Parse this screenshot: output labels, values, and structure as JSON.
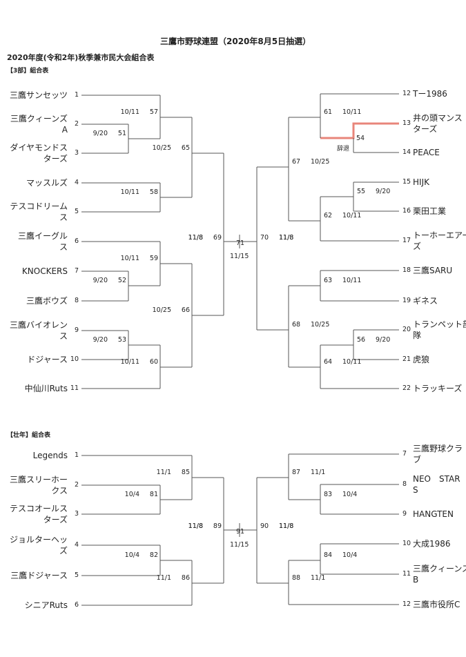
{
  "title": "三鷹市野球連盟（2020年8月5日抽選）",
  "subtitle": "2020年度(令和2年)秋季兼市民大会組合表",
  "section_3bu": "【3部】組合表",
  "section_sonen": "【壮年】組合表",
  "b3": {
    "left": [
      {
        "no": "1",
        "name": "三鷹サンセッツ"
      },
      {
        "no": "2",
        "name": "三鷹クィーンズ\nA"
      },
      {
        "no": "3",
        "name": "ダイヤモンドス\nターズ"
      },
      {
        "no": "4",
        "name": "マッスルズ"
      },
      {
        "no": "5",
        "name": "テスコドリーム\nス"
      },
      {
        "no": "6",
        "name": "三鷹イーグル\nス"
      },
      {
        "no": "7",
        "name": "KNOCKERS"
      },
      {
        "no": "8",
        "name": "三鷹ボウズ"
      },
      {
        "no": "9",
        "name": "三鷹バイオレン\nス"
      },
      {
        "no": "10",
        "name": "ドジャース"
      },
      {
        "no": "11",
        "name": "中仙川Ruts"
      }
    ],
    "right": [
      {
        "no": "12",
        "name": "Tー1986"
      },
      {
        "no": "13",
        "name": "井の頭マンス\nターズ"
      },
      {
        "no": "14",
        "name": "PEACE"
      },
      {
        "no": "15",
        "name": "HIJK"
      },
      {
        "no": "16",
        "name": "栗田工業"
      },
      {
        "no": "17",
        "name": "トーホーエアー\nズ"
      },
      {
        "no": "18",
        "name": "三鷹SARU"
      },
      {
        "no": "19",
        "name": "ギネス"
      },
      {
        "no": "20",
        "name": "トランペット部\n隊"
      },
      {
        "no": "21",
        "name": "虎狼"
      },
      {
        "no": "22",
        "name": "トラッキーズ"
      }
    ],
    "games": {
      "g51": {
        "no": "51",
        "date": "9/20"
      },
      "g52": {
        "no": "52",
        "date": "9/20"
      },
      "g53": {
        "no": "53",
        "date": "9/20"
      },
      "g54": {
        "no": "54",
        "note": "辞退"
      },
      "g55": {
        "no": "55",
        "date": "9/20"
      },
      "g56": {
        "no": "56",
        "date": "9/20"
      },
      "g57": {
        "no": "57",
        "date": "10/11"
      },
      "g58": {
        "no": "58",
        "date": "10/11"
      },
      "g59": {
        "no": "59",
        "date": "10/11"
      },
      "g60": {
        "no": "60",
        "date": "10/11"
      },
      "g61": {
        "no": "61",
        "date": "10/11"
      },
      "g62": {
        "no": "62",
        "date": "10/11"
      },
      "g63": {
        "no": "63",
        "date": "10/11"
      },
      "g64": {
        "no": "64",
        "date": "10/11"
      },
      "g65": {
        "no": "65",
        "date": "10/25"
      },
      "g66": {
        "no": "66",
        "date": "10/25"
      },
      "g67": {
        "no": "67",
        "date": "10/25"
      },
      "g68": {
        "no": "68",
        "date": "10/25"
      },
      "g69": {
        "no": "69",
        "date": "11/8"
      },
      "g70": {
        "no": "70",
        "date": "11/8"
      },
      "g71": {
        "no": "71",
        "date": "11/15"
      }
    }
  },
  "sonen": {
    "left": [
      {
        "no": "1",
        "name": "Legends"
      },
      {
        "no": "2",
        "name": "三鷹スリーホー\nクス"
      },
      {
        "no": "3",
        "name": "テスコオールス\nターズ"
      },
      {
        "no": "4",
        "name": "ジョルターヘッ\nズ"
      },
      {
        "no": "5",
        "name": "三鷹ドジャース"
      },
      {
        "no": "6",
        "name": "シニアRuts"
      }
    ],
    "right": [
      {
        "no": "7",
        "name": "三鷹野球クラ\nブ"
      },
      {
        "no": "8",
        "name": "NEO　STAR\nS"
      },
      {
        "no": "9",
        "name": "HANGTEN"
      },
      {
        "no": "10",
        "name": "大成1986"
      },
      {
        "no": "11",
        "name": "三鷹クィーンズ\nB"
      },
      {
        "no": "12",
        "name": "三鷹市役所C"
      }
    ],
    "games": {
      "g81": {
        "no": "81",
        "date": "10/4"
      },
      "g82": {
        "no": "82",
        "date": "10/4"
      },
      "g83": {
        "no": "83",
        "date": "10/4"
      },
      "g84": {
        "no": "84",
        "date": "10/4"
      },
      "g85": {
        "no": "85",
        "date": "11/1"
      },
      "g86": {
        "no": "86",
        "date": "11/1"
      },
      "g87": {
        "no": "87",
        "date": "11/1"
      },
      "g88": {
        "no": "88",
        "date": "11/1"
      },
      "g89": {
        "no": "89",
        "date": "11/8"
      },
      "g90": {
        "no": "90",
        "date": "11/8"
      },
      "g91": {
        "no": "91",
        "date": "11/15"
      }
    }
  },
  "colors": {
    "line": "#555555",
    "highlight": "#e8857a"
  }
}
